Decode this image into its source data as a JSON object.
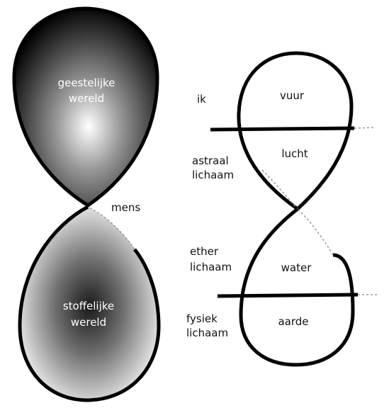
{
  "left_figure": {
    "upper_label_line1": "geestelijke",
    "upper_label_line2": "wereld",
    "middle_label": "mens",
    "lower_label_line1": "stoffelijke",
    "lower_label_line2": "wereld"
  },
  "right_figure": {
    "body_labels": {
      "ik": "ik",
      "astraal_line1": "astraal",
      "astraal_line2": "lichaam",
      "ether_line1": "ether",
      "ether_line2": "lichaam",
      "fysiek_line1": "fysiek",
      "fysiek_line2": "lichaam"
    },
    "element_labels": {
      "fire": "vuur",
      "air": "lucht",
      "water": "water",
      "earth": "aarde"
    }
  }
}
